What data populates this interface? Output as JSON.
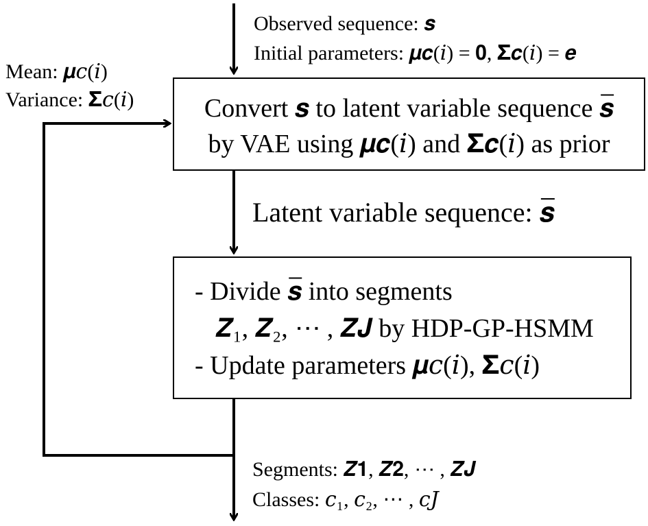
{
  "input_notes": {
    "observed": "Observed sequence: 𝒔",
    "initial": "Initial parameters: 𝝁𝒄(𝑖) = 𝟎, 𝚺𝒄(𝑖) = 𝒆"
  },
  "feedback_notes": {
    "mean": "Mean: 𝝁𝑐(𝑖)",
    "variance": "Variance: 𝚺𝑐(𝑖)"
  },
  "vae_box": {
    "line1": "Convert 𝒔 to latent variable sequence 𝒔̅",
    "line2": "by VAE using 𝝁𝒄(𝑖) and 𝚺𝒄(𝑖) as prior"
  },
  "latent_note": "Latent variable sequence: 𝒔̅",
  "hsmm_box": {
    "line1": "- Divide 𝒔̅ into segments",
    "line2": "𝒁₁, 𝒁₂, ⋯ , 𝒁𝑱 by HDP-GP-HSMM",
    "line3": "- Update parameters 𝝁𝑐(𝑖), 𝚺𝑐(𝑖)"
  },
  "output_notes": {
    "segments": "Segments: 𝒁𝟏, 𝒁𝟐, ⋯ , 𝒁𝑱",
    "classes": "Classes: 𝑐₁, 𝑐₂, ⋯ , 𝑐𝐽"
  }
}
